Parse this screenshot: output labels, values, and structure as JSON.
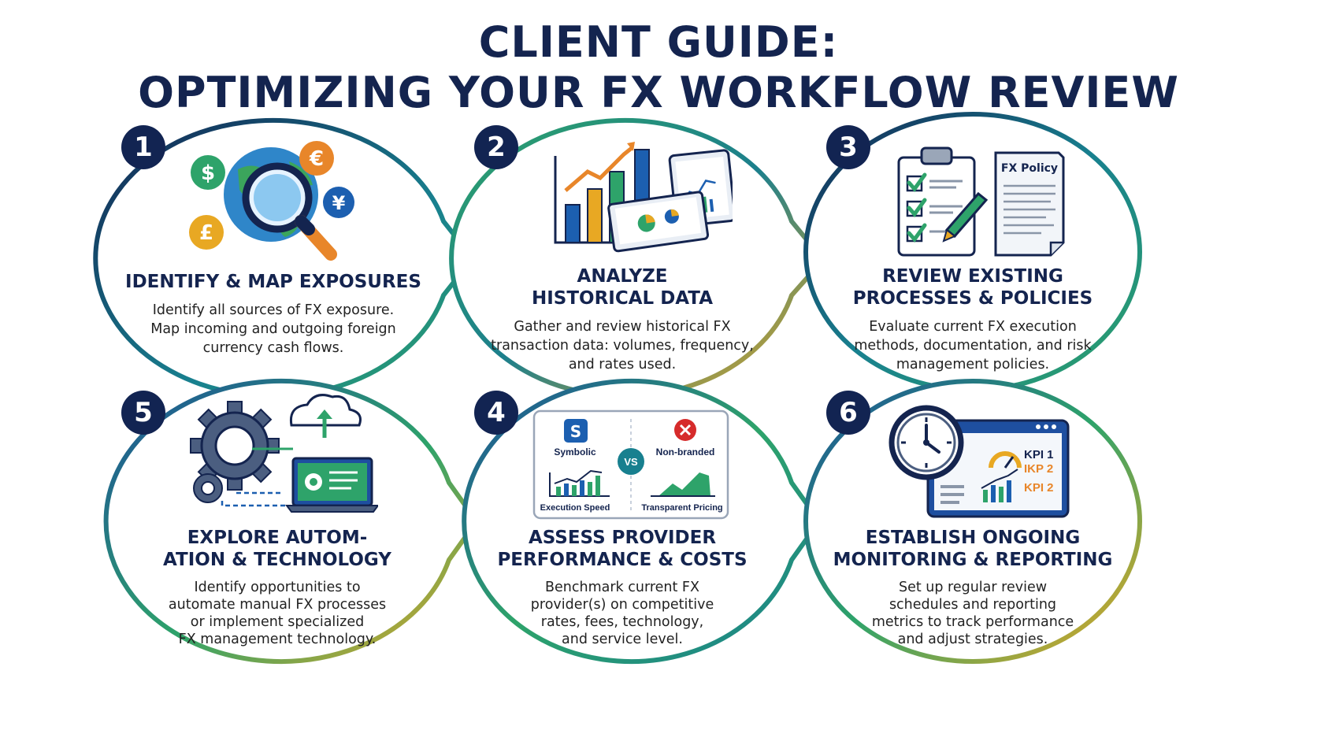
{
  "title": {
    "line1": "CLIENT GUIDE:",
    "line2": "OPTIMIZING YOUR FX WORKFLOW REVIEW"
  },
  "colors": {
    "navy": "#122452",
    "green": "#2ea36a",
    "gold": "#e8a823",
    "teal": "#18808f"
  },
  "steps": [
    {
      "number": "1",
      "heading": [
        "IDENTIFY & MAP EXPOSURES"
      ],
      "text": [
        "Identify all sources of FX exposure.",
        "Map incoming and outgoing foreign",
        "currency cash flows."
      ],
      "icon": "globe-magnifier-currency-icon",
      "currency_symbols": [
        "$",
        "€",
        "¥",
        "£"
      ]
    },
    {
      "number": "2",
      "heading": [
        "ANALYZE",
        "HISTORICAL DATA"
      ],
      "text": [
        "Gather and review historical FX",
        "transaction data: volumes, frequency,",
        "and rates used."
      ],
      "icon": "bar-chart-laptop-icon"
    },
    {
      "number": "3",
      "heading": [
        "REVIEW EXISTING",
        "PROCESSES & POLICIES"
      ],
      "text": [
        "Evaluate current FX execution",
        "methods, documentation, and risk",
        "management policies."
      ],
      "icon": "clipboard-policy-icon",
      "doc_label": "FX Policy"
    },
    {
      "number": "5",
      "heading": [
        "EXPLORE AUTOM-",
        "ATION & TECHNOLOGY"
      ],
      "text": [
        "Identify opportunities to",
        "automate manual FX processes",
        "or implement specialized",
        "FX management technology."
      ],
      "icon": "gears-cloud-laptop-icon"
    },
    {
      "number": "4",
      "heading": [
        "ASSESS PROVIDER",
        "PERFORMANCE & COSTS"
      ],
      "text": [
        "Benchmark current FX",
        "provider(s) on competitive",
        "rates, fees, technology,",
        "and service level."
      ],
      "icon": "provider-comparison-icon",
      "compare": {
        "left_label": "Symbolic",
        "right_label": "Non-branded",
        "vs": "VS",
        "left_caption": "Execution Speed",
        "right_caption": "Transparent Pricing"
      }
    },
    {
      "number": "6",
      "heading": [
        "ESTABLISH ONGOING",
        "MONITORING & REPORTING"
      ],
      "text": [
        "Set up regular review",
        "schedules and reporting",
        "metrics to track performance",
        "and adjust strategies."
      ],
      "icon": "clock-dashboard-icon",
      "kpis": [
        "KPI 1",
        "IKP 2",
        "KPI 2"
      ]
    }
  ]
}
